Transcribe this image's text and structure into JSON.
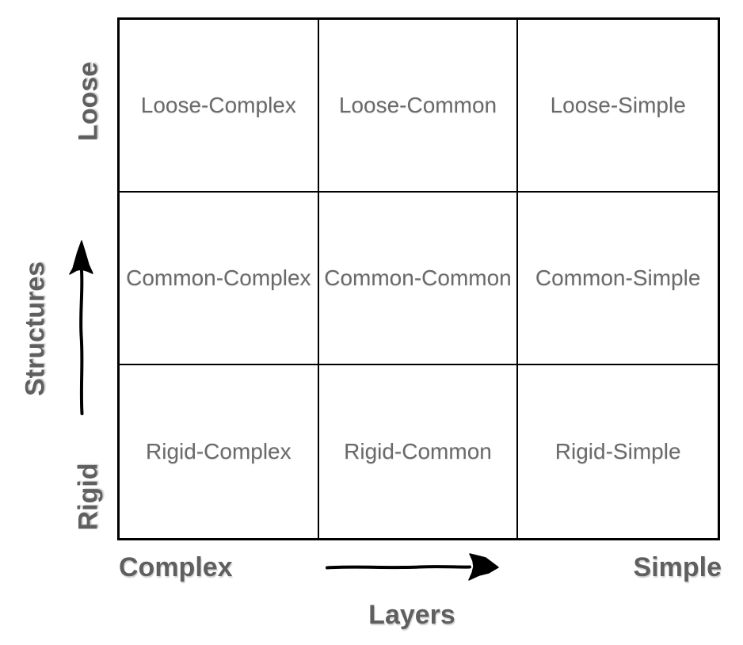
{
  "diagram": {
    "type": "3x3-matrix",
    "cells": [
      "Loose-Complex",
      "Loose-Common",
      "Loose-Simple",
      "Common-Complex",
      "Common-Common",
      "Common-Simple",
      "Rigid-Complex",
      "Rigid-Common",
      "Rigid-Simple"
    ],
    "y_axis": {
      "title": "Structures",
      "top_label": "Loose",
      "bottom_label": "Rigid",
      "arrow_icon": "up-arrow"
    },
    "x_axis": {
      "title": "Layers",
      "left_label": "Complex",
      "right_label": "Simple",
      "arrow_icon": "right-arrow"
    }
  },
  "colors": {
    "background": "#ffffff",
    "grid_line": "#000000",
    "cell_text": "#6a6a6a",
    "axis_text": "#5f5f5f",
    "arrow": "#000000"
  }
}
